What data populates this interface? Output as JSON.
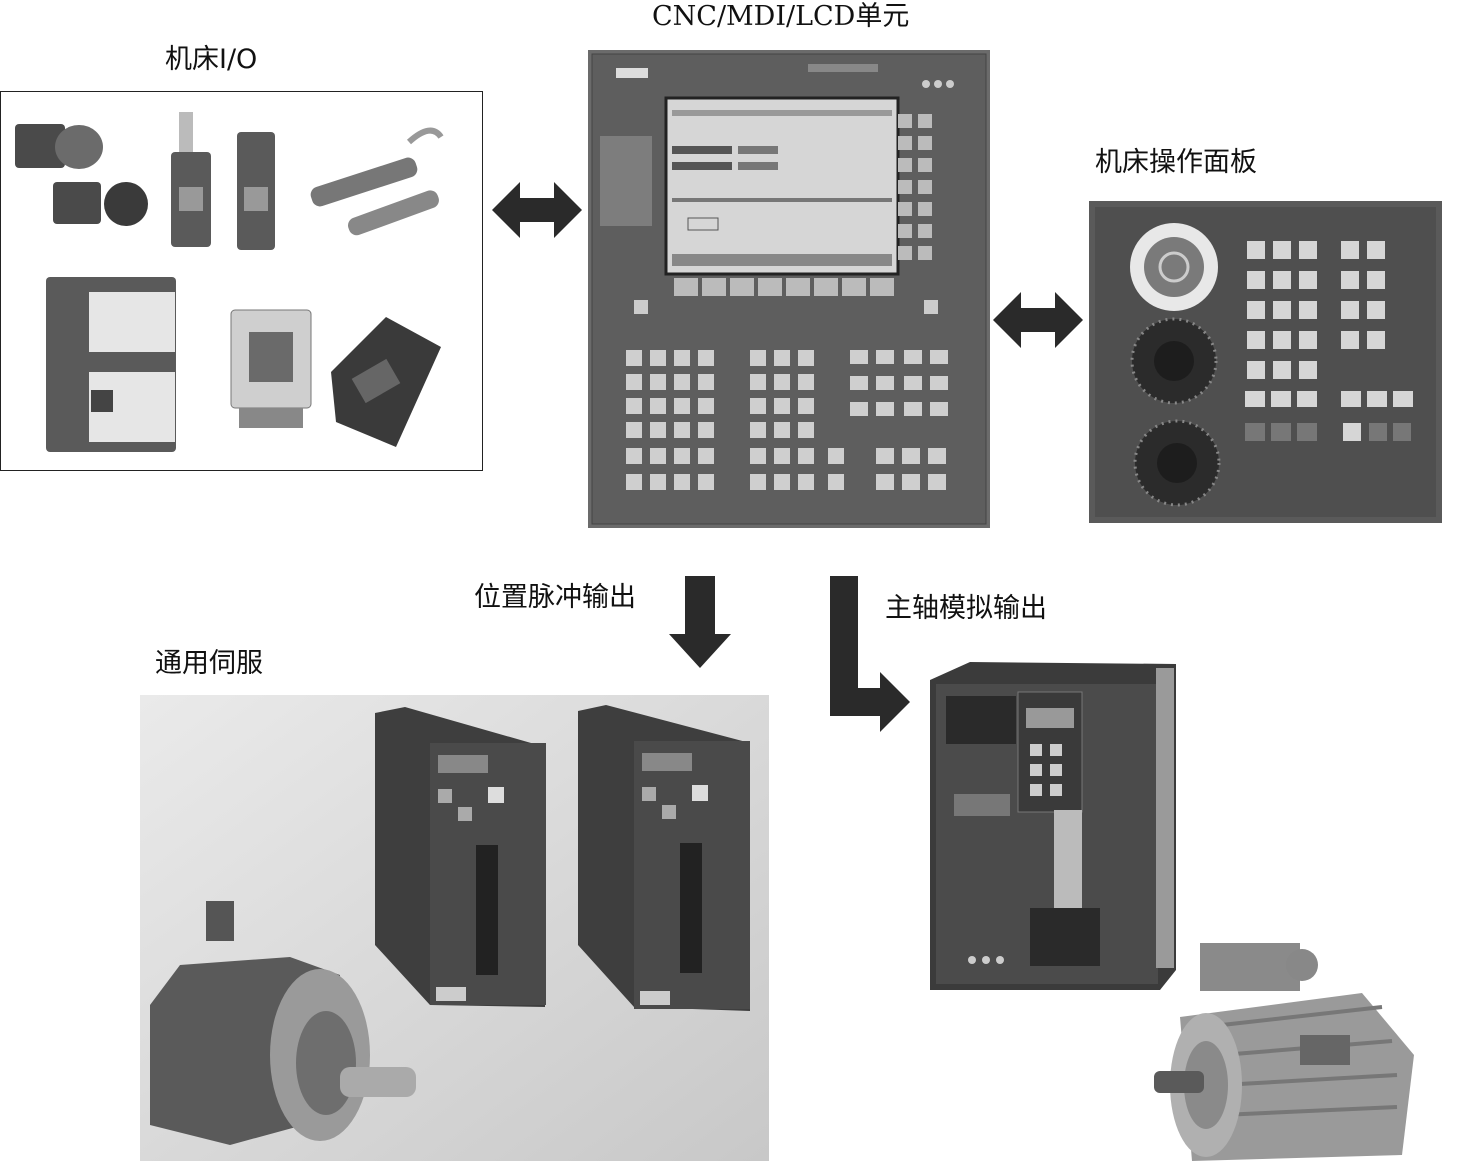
{
  "labels": {
    "machine_io": "机床I/O",
    "cnc_unit": "CNC/MDI/LCD单元",
    "operator_panel": "机床操作面板",
    "position_pulse": "位置脉冲输出",
    "spindle_analog": "主轴模拟输出",
    "general_servo": "通用伺服"
  },
  "colors": {
    "arrow": "#2a2a2a",
    "panel_dark": "#4a4a4a",
    "panel_mid": "#6b6b6b",
    "key": "#cfcfcf",
    "photo_bg": "#d9d9d9"
  }
}
